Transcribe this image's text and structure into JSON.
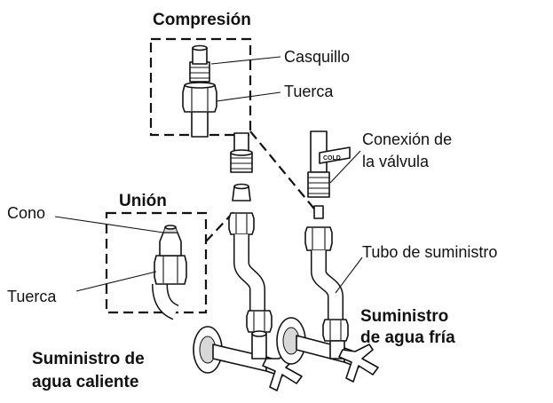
{
  "diagram": {
    "titles": {
      "compression": "Compresión",
      "union": "Unión"
    },
    "labels": {
      "casquillo": "Casquillo",
      "tuerca_top": "Tuerca",
      "conexion_line1": "Conexión de",
      "conexion_line2": "la válvula",
      "cono": "Cono",
      "tuerca_left": "Tuerca",
      "tubo": "Tubo de suministro",
      "frio_line1": "Suministro",
      "frio_line2": "de agua fría",
      "caliente_line1": "Suministro de",
      "caliente_line2": "agua caliente",
      "pipe_tag": "COLD"
    }
  }
}
